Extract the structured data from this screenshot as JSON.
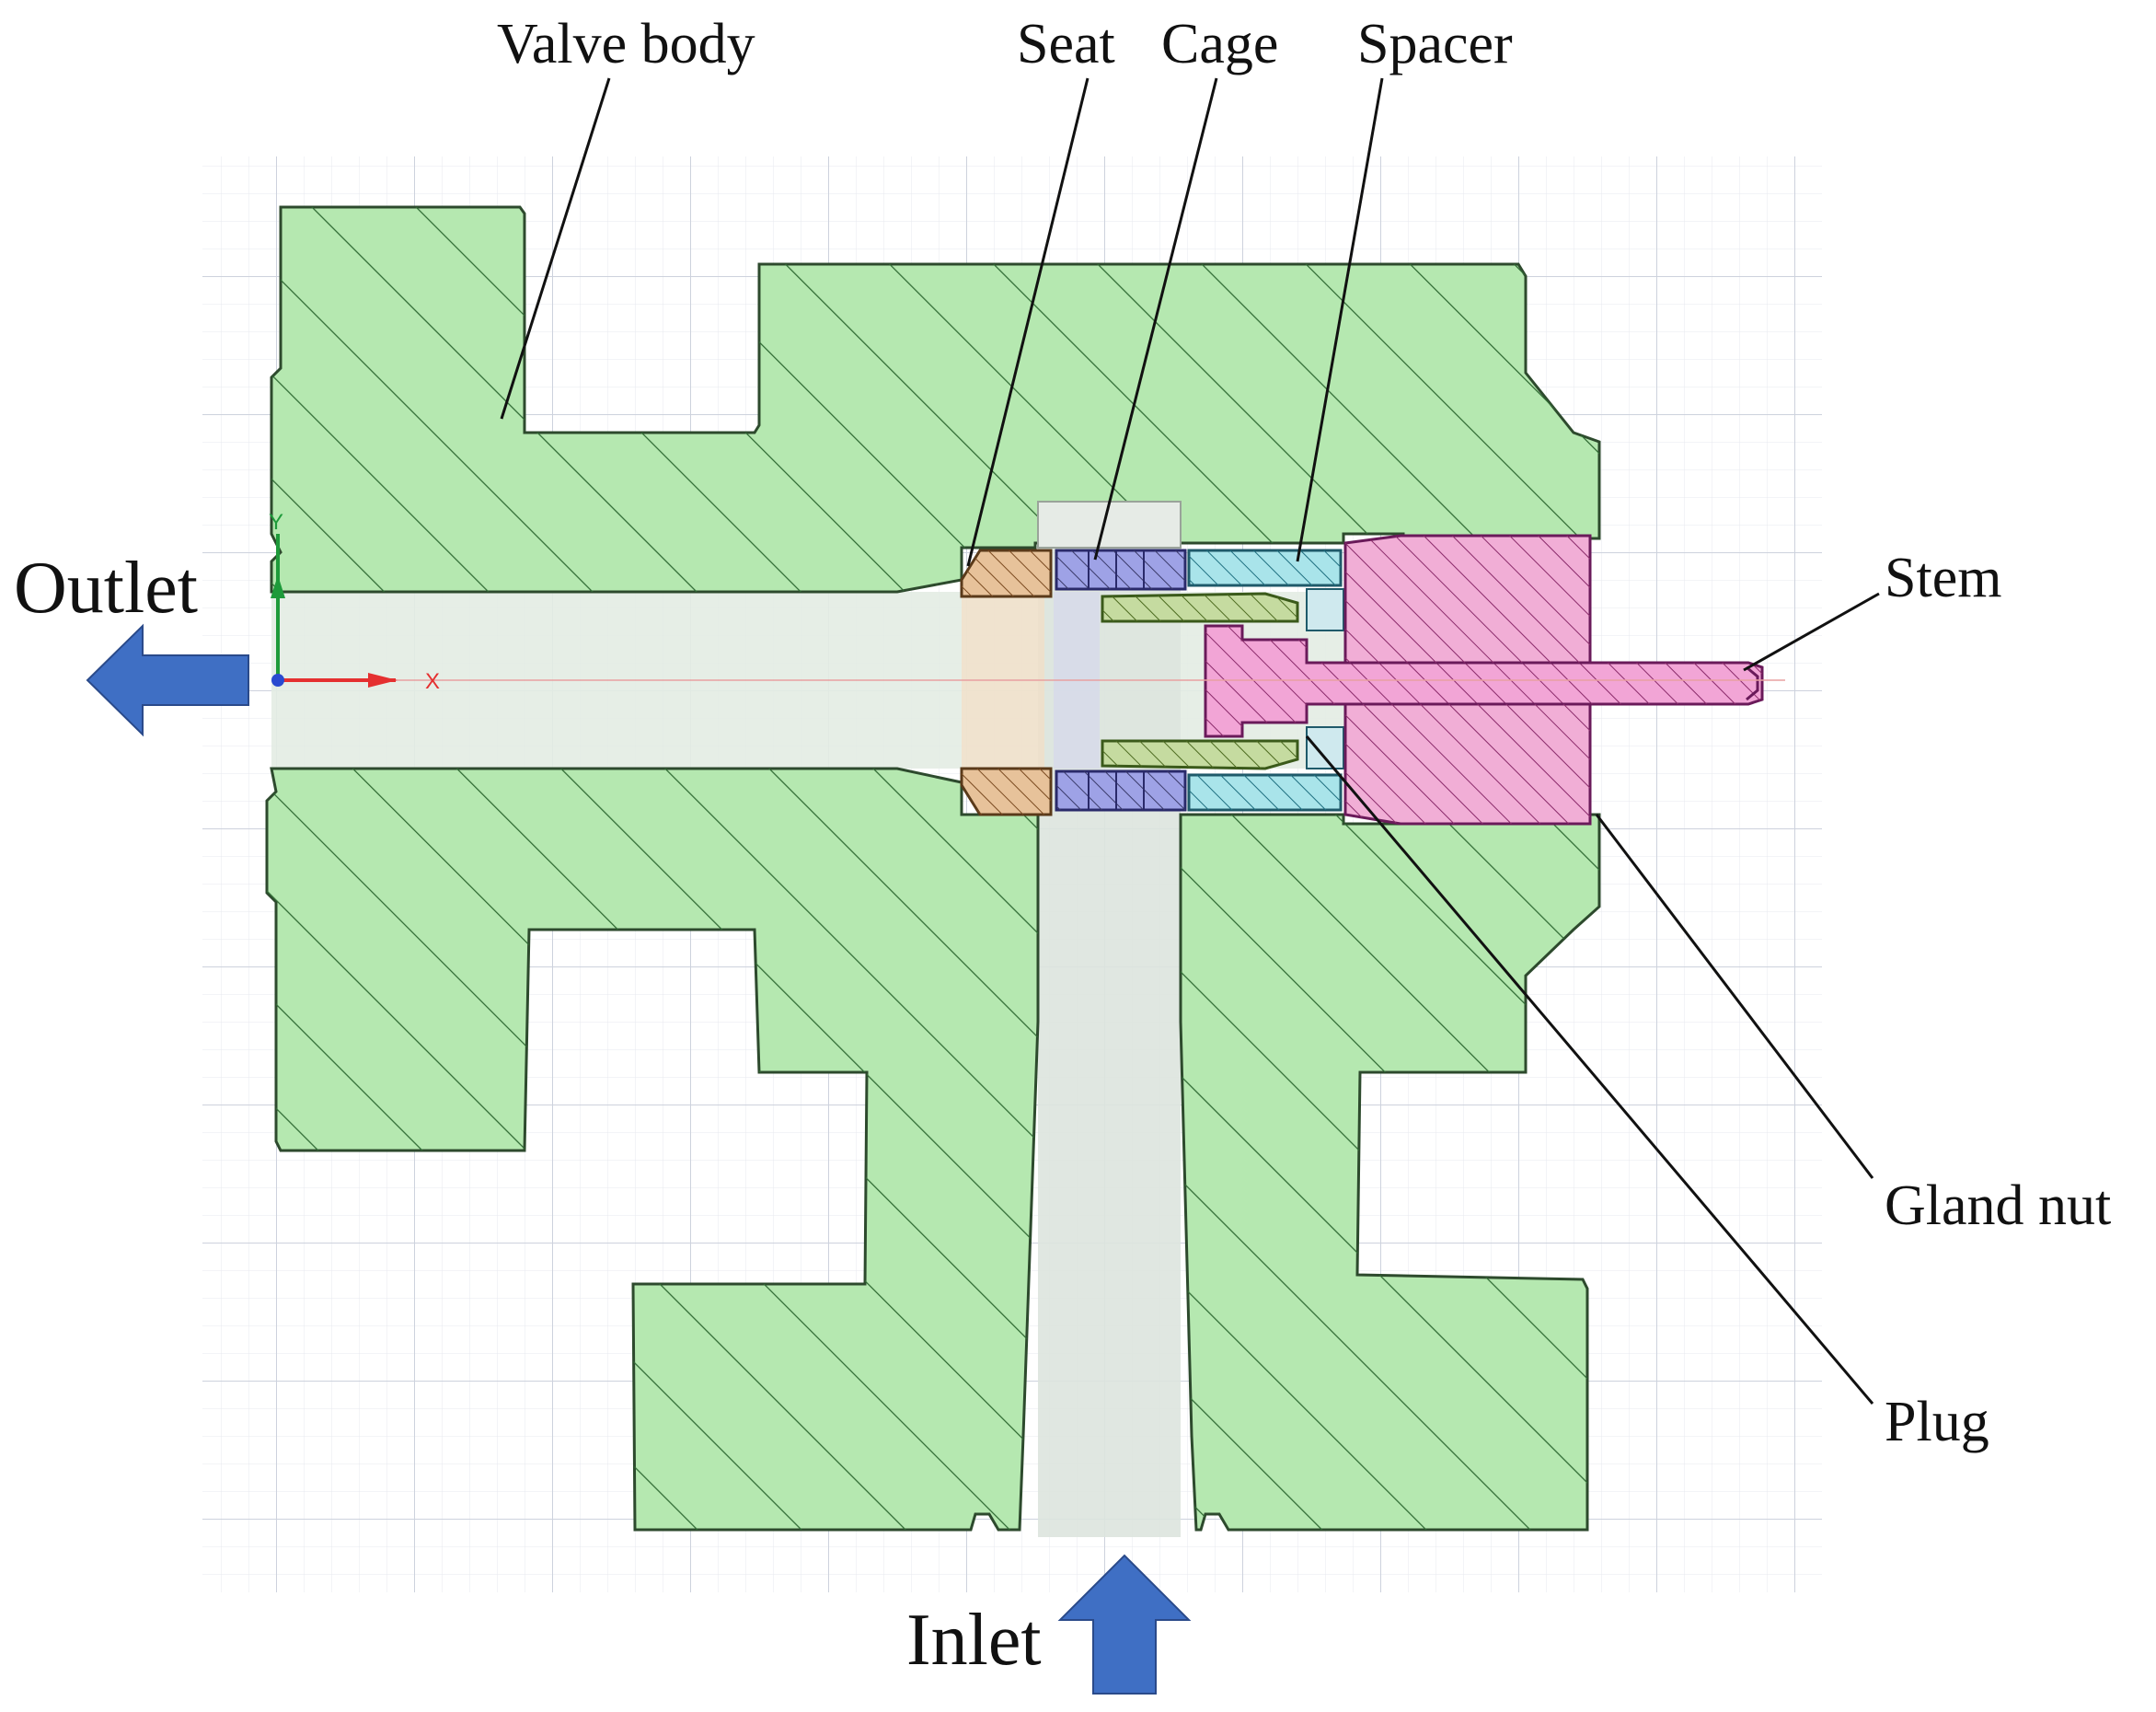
{
  "labels": {
    "valve_body": "Valve body",
    "seat": "Seat",
    "cage": "Cage",
    "spacer": "Spacer",
    "stem": "Stem",
    "gland_nut": "Gland nut",
    "plug": "Plug",
    "outlet": "Outlet",
    "inlet": "Inlet"
  },
  "axes": {
    "x": "X",
    "y": "Y"
  },
  "colors": {
    "valve_body": "#b5e8b0",
    "seat": "#e7c29a",
    "cage": "#9ea2e6",
    "spacer": "#a9e4ea",
    "plug": "#c5dba0",
    "stem": "#f2a5d6",
    "gland_nut": "#f1aed6",
    "arrow": "#3f6fc4",
    "hatch": "#2f6a33",
    "grid_major": "#cdd2dd",
    "grid_minor": "#e7e9ef",
    "axis_x": "#e53030",
    "axis_y": "#1e9a3a"
  }
}
